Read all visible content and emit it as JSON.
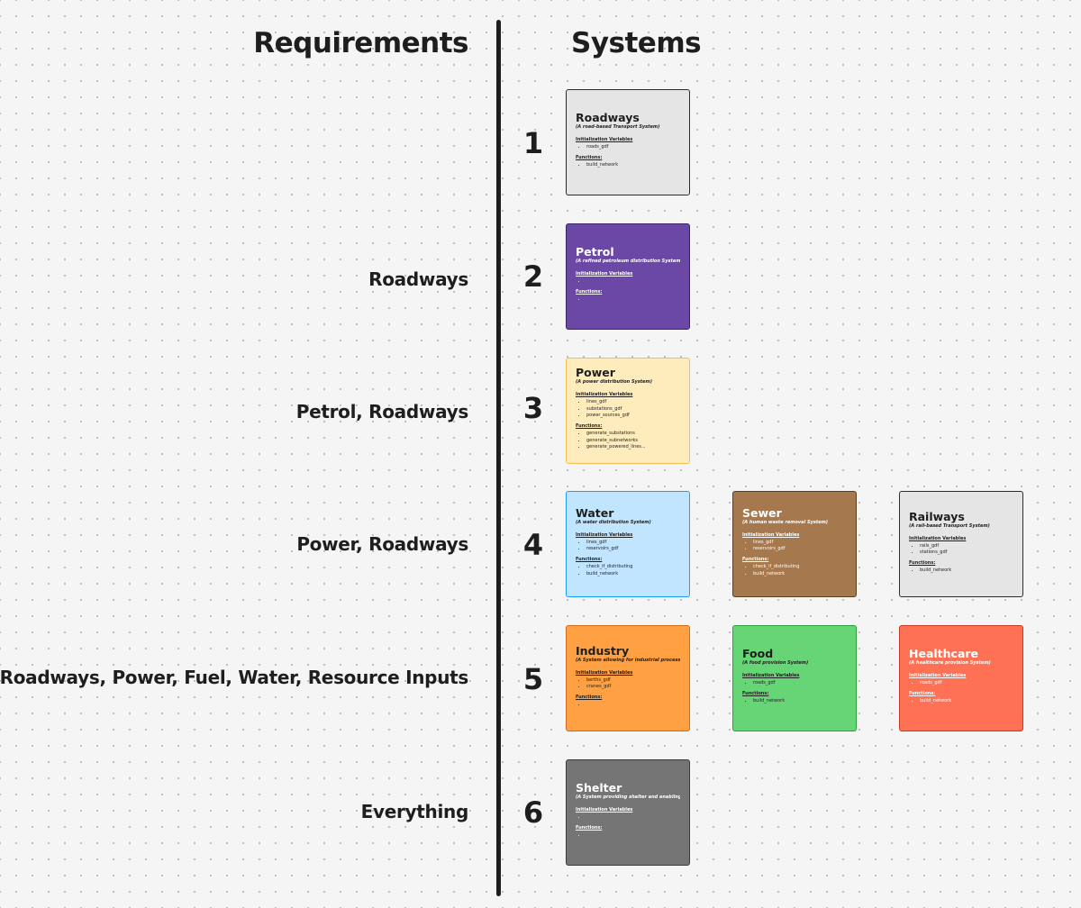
{
  "headers": {
    "requirements": "Requirements",
    "systems": "Systems"
  },
  "colors": {
    "background": "#f5f5f5",
    "grid_dot": "#bdbdbd",
    "divider": "#1e1e1e"
  },
  "requirements": [
    "",
    "Roadways",
    "Petrol, Roadways",
    "Power, Roadways",
    "Roadways, Power, Fuel, Water, Resource Inputs",
    "Everything"
  ],
  "tiers": [
    "1",
    "2",
    "3",
    "4",
    "5",
    "6"
  ],
  "cards": [
    {
      "title": "Roadways",
      "subtitle": "(A road-based Transport System)",
      "init_label": "Initialization Variables",
      "init": [
        "roads_gdf"
      ],
      "func_label": "Functions:",
      "funcs": [
        "build_network"
      ],
      "bg": "#e5e5e5",
      "border": "#2b2b2b",
      "text": "#1e1e1e"
    },
    {
      "title": "Petrol",
      "subtitle": "(A refined petroleum distribution System)",
      "init_label": "Initialization Variables",
      "init": [
        ""
      ],
      "func_label": "Functions:",
      "funcs": [
        ""
      ],
      "bg": "#6b48a6",
      "border": "#3b2566",
      "text": "#ffffff"
    },
    {
      "title": "Power",
      "subtitle": "(A power distribution System)",
      "init_label": "Initialization Variables",
      "init": [
        "lines_gdf",
        "substations_gdf",
        "power_sources_gdf"
      ],
      "func_label": "Functions:",
      "funcs": [
        "generate_substations",
        "generate_subnetworks",
        "generate_powered_lines..."
      ],
      "bg": "#ffecbd",
      "border": "#f2c14f",
      "text": "#1e1e1e"
    },
    {
      "title": "Water",
      "subtitle": "(A water distribution System)",
      "init_label": "Initialization Variables",
      "init": [
        "lines_gdf",
        "reservoirs_gdf"
      ],
      "func_label": "Functions:",
      "funcs": [
        "check_if_distributing",
        "build_network"
      ],
      "bg": "#c2e5ff",
      "border": "#18a0fb",
      "text": "#1e1e1e"
    },
    {
      "title": "Sewer",
      "subtitle": "(A human waste removal System)",
      "init_label": "Initialization Variables",
      "init": [
        "lines_gdf",
        "reservoirs_gdf"
      ],
      "func_label": "Functions:",
      "funcs": [
        "check_if_distributing",
        "build_network"
      ],
      "bg": "#a6784d",
      "border": "#5a3f24",
      "text": "#ffffff"
    },
    {
      "title": "Railways",
      "subtitle": "(A rail-based Transport System)",
      "init_label": "Initialization Variables",
      "init": [
        "rails_gdf",
        "stations_gdf"
      ],
      "func_label": "Functions:",
      "funcs": [
        "build_network"
      ],
      "bg": "#e5e5e5",
      "border": "#2b2b2b",
      "text": "#1e1e1e"
    },
    {
      "title": "Industry",
      "subtitle": "(A System allowing for industrial processes)",
      "init_label": "Initialization Variables",
      "init": [
        "berths_gdf",
        "cranes_gdf"
      ],
      "func_label": "Functions:",
      "funcs": [
        ""
      ],
      "bg": "#ffa043",
      "border": "#d2691e",
      "text": "#1e1e1e"
    },
    {
      "title": "Food",
      "subtitle": "(A food provision System)",
      "init_label": "Initialization Variables",
      "init": [
        "roads_gdf"
      ],
      "func_label": "Functions:",
      "funcs": [
        "build_network"
      ],
      "bg": "#66d575",
      "border": "#2e9e3e",
      "text": "#1e1e1e"
    },
    {
      "title": "Healthcare",
      "subtitle": "(A healthcare provision System)",
      "init_label": "Initialization Variables",
      "init": [
        "roads_gdf"
      ],
      "func_label": "Functions:",
      "funcs": [
        "build_network"
      ],
      "bg": "#ff7155",
      "border": "#c93a22",
      "text": "#ffffff"
    },
    {
      "title": "Shelter",
      "subtitle": "(A System providing shelter and enabling work)",
      "init_label": "Initialization Variables",
      "init": [
        ""
      ],
      "func_label": "Functions:",
      "funcs": [
        ""
      ],
      "bg": "#757575",
      "border": "#3a3a3a",
      "text": "#ffffff"
    }
  ]
}
